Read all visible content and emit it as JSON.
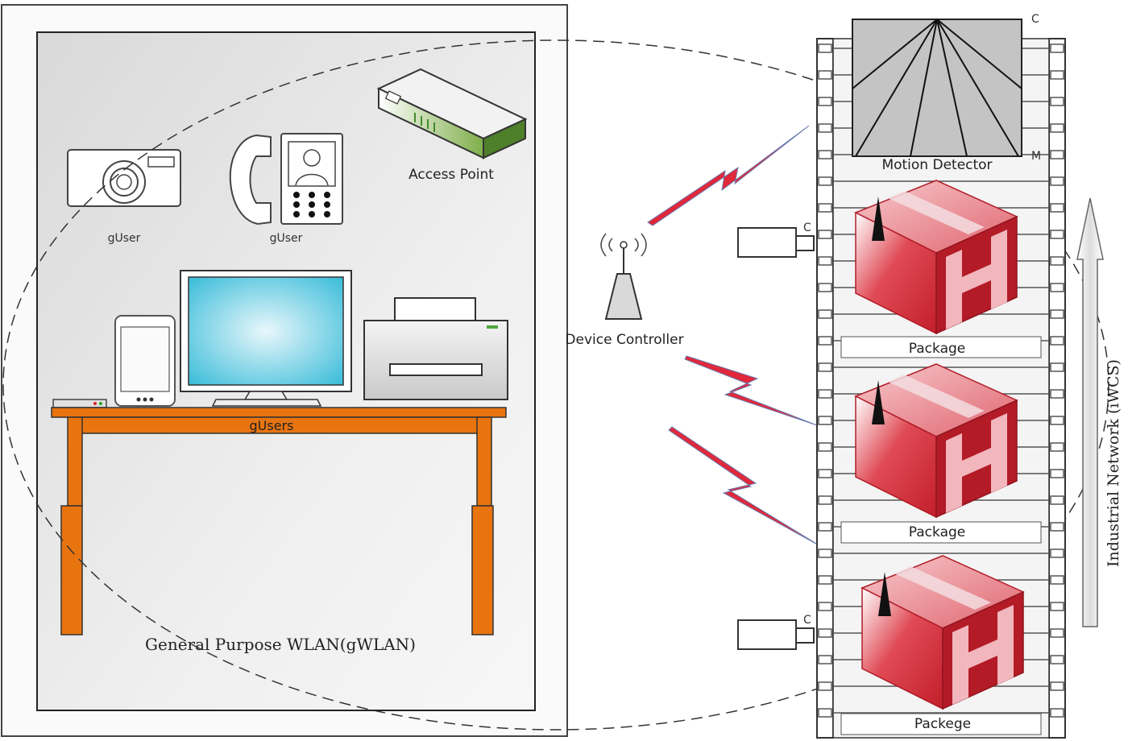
{
  "labels": {
    "access_point": "Access Point",
    "guser_camera": "gUser",
    "guser_phone": "gUser",
    "gusers_desk": "gUsers",
    "gwlan": "General Purpose WLAN(gWLAN)",
    "device_controller": "Device Controller",
    "motion_detector": "Motion Detector",
    "package_1": "Package",
    "package_2": "Package",
    "package_3": "Packege",
    "camera_c_1": "C",
    "camera_c_2": "C",
    "detector_c": "C",
    "detector_m": "M",
    "industrial_network": "Industrial Network (iWCS)"
  },
  "colors": {
    "table_orange": "#e8740f",
    "signal_red": "#e0283a",
    "package_red": "#c0202a",
    "monitor_cyan": "#49c6de",
    "frame_gray": "#dcdcdc"
  }
}
